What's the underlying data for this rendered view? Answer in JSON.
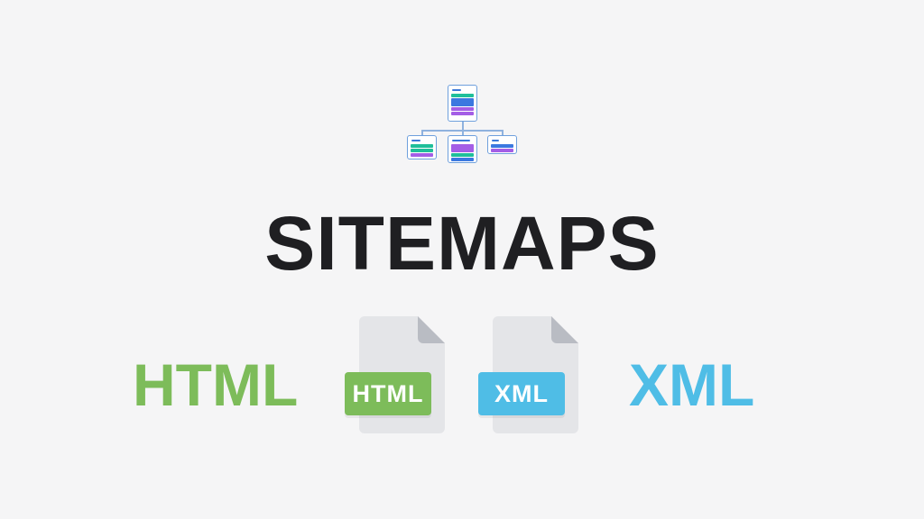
{
  "title": "SITEMAPS",
  "icon": {
    "name": "sitemap-hierarchy-icon"
  },
  "labels": {
    "html": "HTML",
    "xml": "XML"
  },
  "documents": [
    {
      "icon": "html-file-icon",
      "tag": "HTML"
    },
    {
      "icon": "xml-file-icon",
      "tag": "XML"
    }
  ],
  "colors": {
    "background": "#f5f5f6",
    "title": "#1f1f22",
    "html_green": "#7dbc5a",
    "xml_blue": "#4fbde6",
    "doc_paper": "#e4e5e8",
    "doc_fold": "#b9bcc3",
    "teal": "#1fbf9a",
    "blue": "#3b78e0",
    "purple": "#a45ee6"
  }
}
